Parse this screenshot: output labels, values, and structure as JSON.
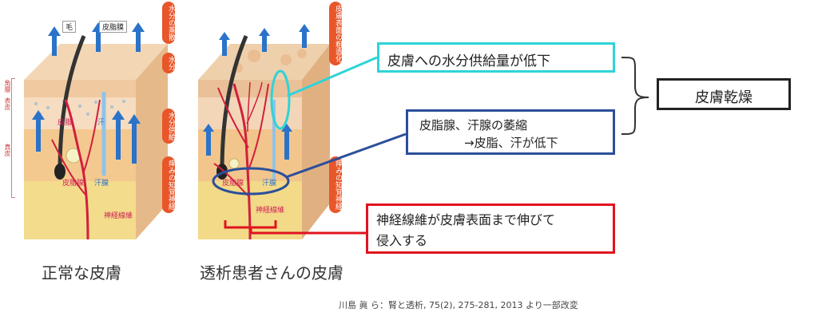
{
  "left_figure": {
    "caption": "正常な皮膚",
    "labels": {
      "hair": "毛",
      "sebaceous_gland_top": "皮脂膜",
      "sebum": "皮脂",
      "sweat": "汗",
      "sebaceous_gland": "皮脂腺",
      "sweat_gland": "汗腺",
      "nerve": "神経線維"
    },
    "side_tags": [
      "水分の蒸散",
      "水分",
      "水分供給",
      "痒みの知覚神経"
    ],
    "layer_labels": {
      "stratum_corneum": "角層",
      "epidermis": "表皮",
      "dermis": "真皮"
    }
  },
  "right_figure": {
    "caption": "透析患者さんの皮膚",
    "labels": {
      "sebaceous_gland": "皮脂腺",
      "sweat_gland": "汗腺",
      "nerve": "神経線維"
    },
    "side_tags": [
      "皮膚表面の粗造化",
      "痒みの知覚神経"
    ]
  },
  "callouts": {
    "water_supply": "皮膚への水分供給量が低下",
    "gland_atrophy_line1": "皮脂腺、汗腺の萎縮",
    "gland_atrophy_line2": "→皮脂、汗が低下",
    "dry_skin": "皮膚乾燥",
    "nerve_line1": "神経線維が皮膚表面まで伸びて",
    "nerve_line2": "侵入する"
  },
  "citation": "川島 眞 ら：腎と透析, 75(2), 275-281, 2013 より一部改変",
  "colors": {
    "cyan": "#2fd3d8",
    "navy": "#2c4f9a",
    "red": "#e0141e",
    "tag_orange": "#e8562a"
  }
}
